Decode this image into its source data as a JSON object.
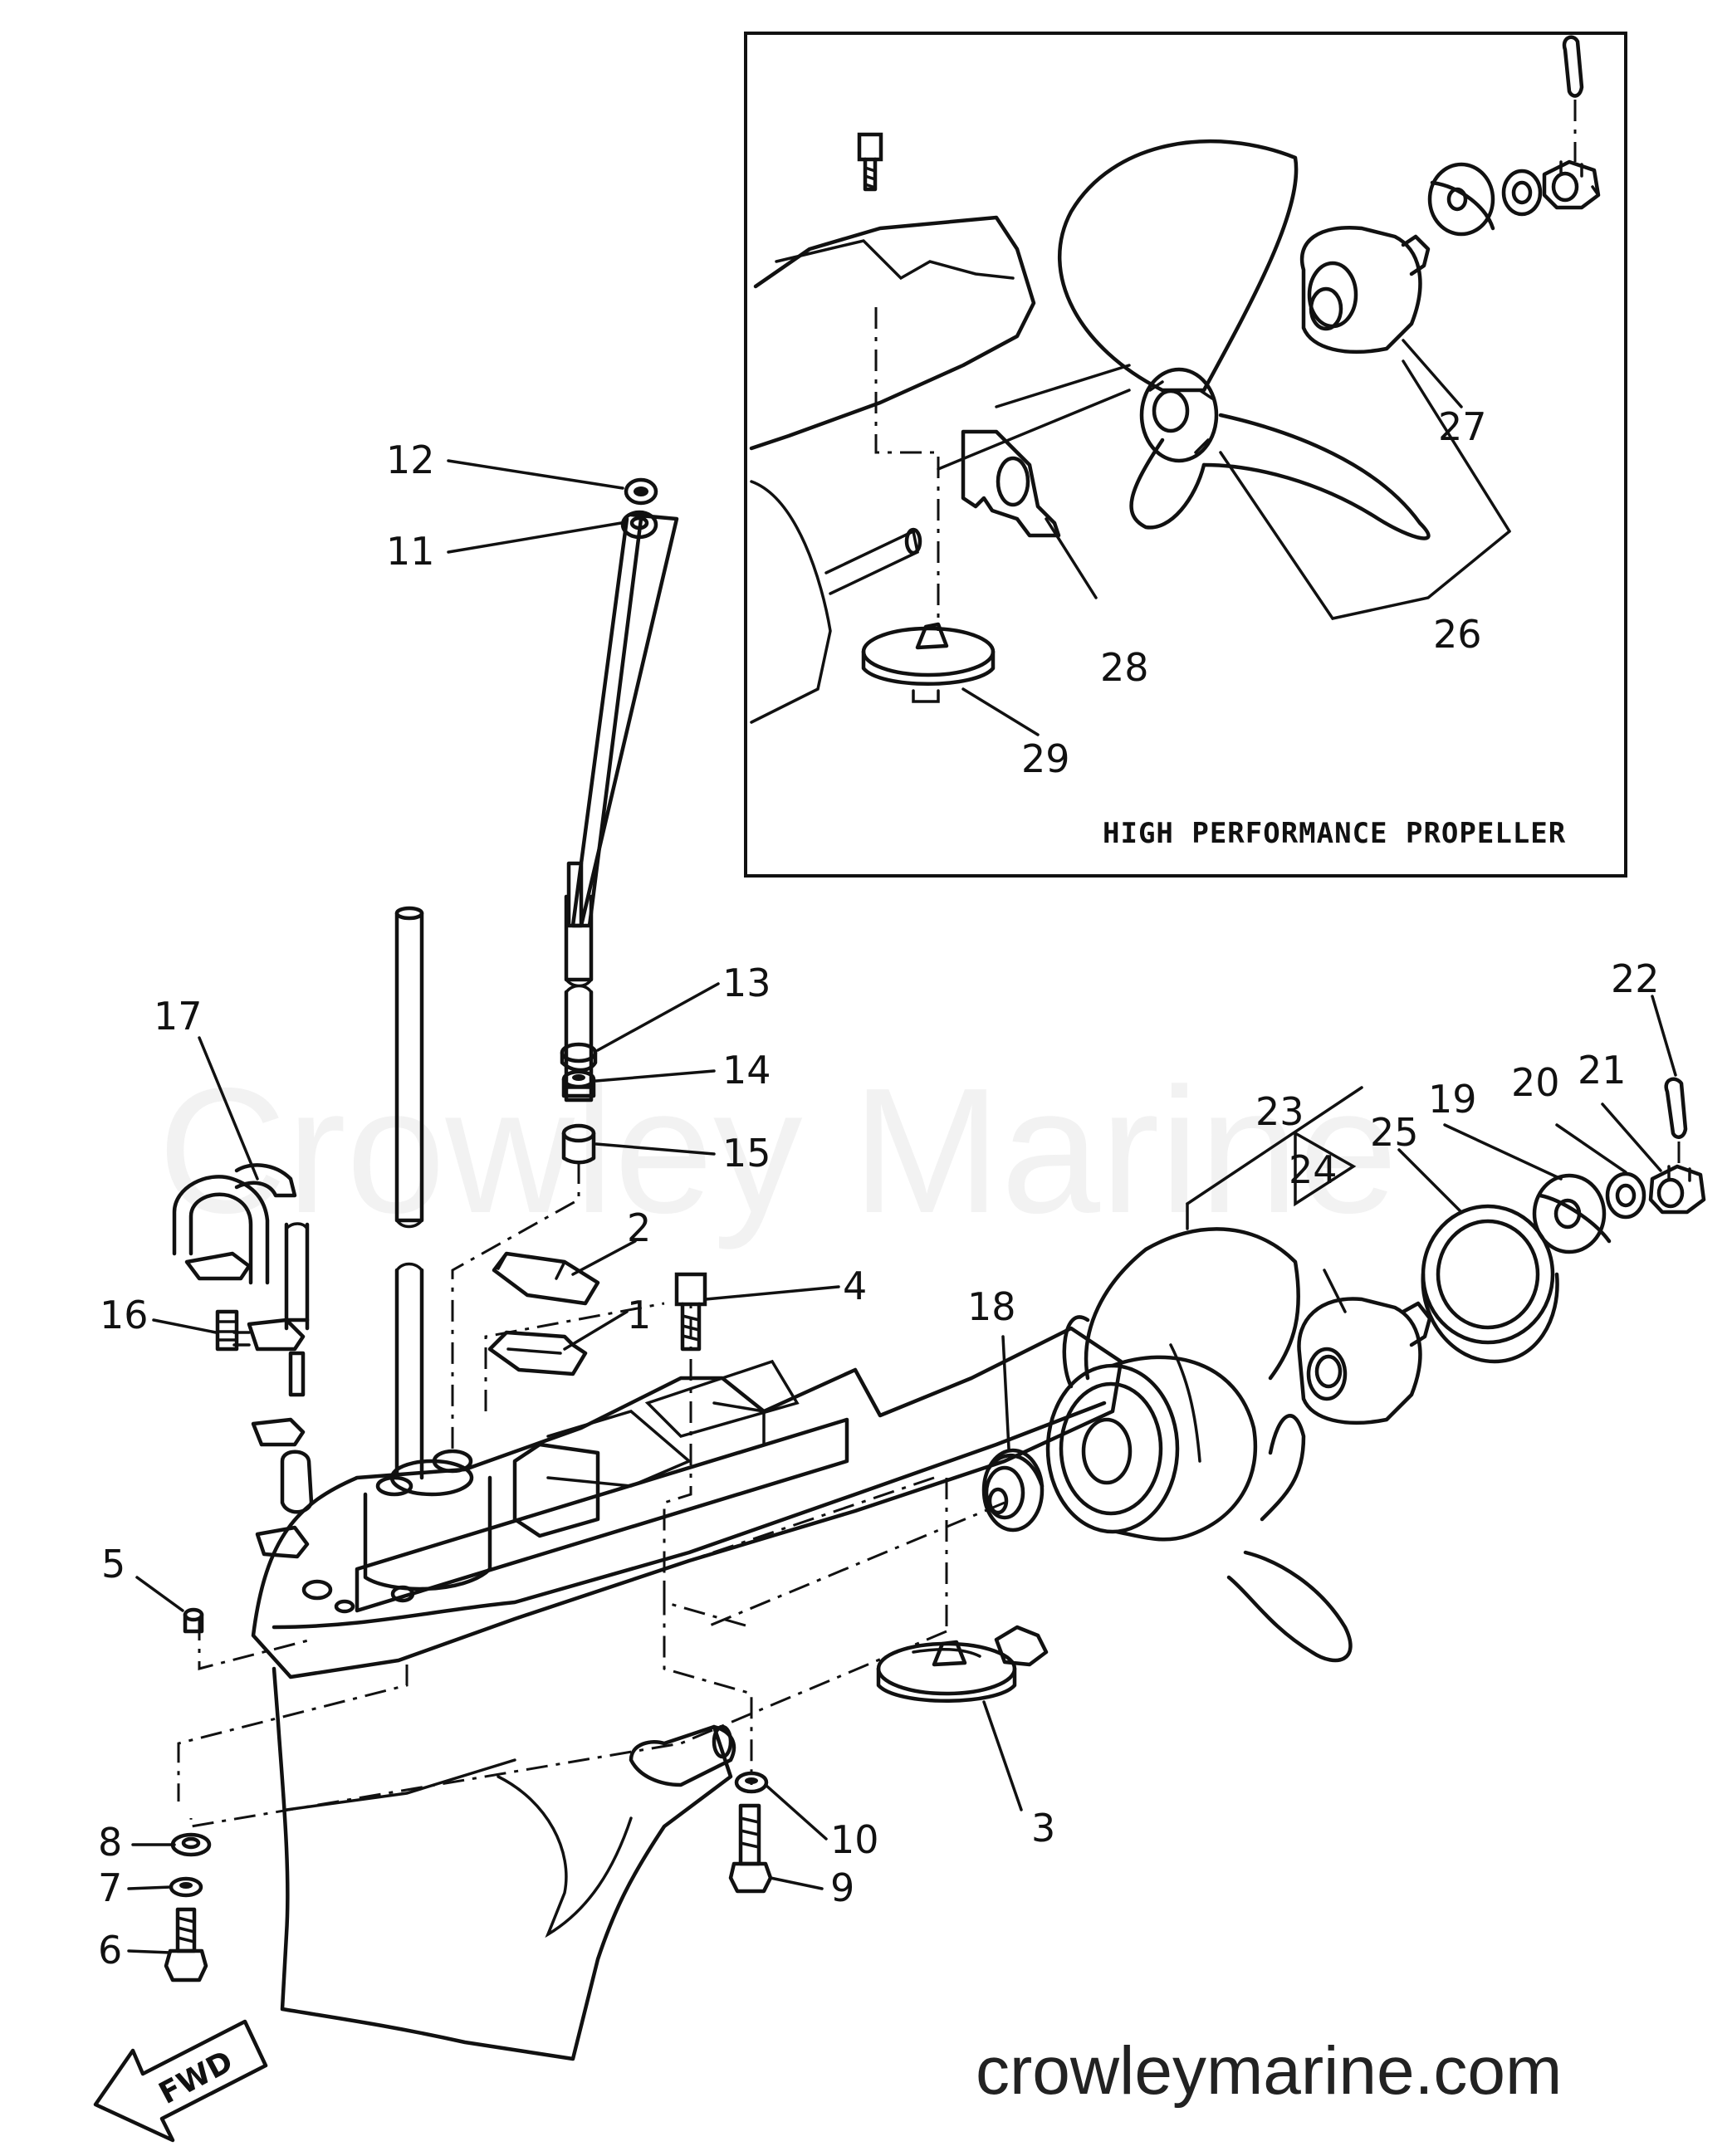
{
  "watermark": "Crowley Marine",
  "site_url": "crowleymarine.com",
  "direction_label": "FWD",
  "inset": {
    "title": "HIGH PERFORMANCE PROPELLER"
  },
  "callouts": [
    {
      "id": "1",
      "label": "1"
    },
    {
      "id": "2",
      "label": "2"
    },
    {
      "id": "3",
      "label": "3"
    },
    {
      "id": "4",
      "label": "4"
    },
    {
      "id": "5",
      "label": "5"
    },
    {
      "id": "6",
      "label": "6"
    },
    {
      "id": "7",
      "label": "7"
    },
    {
      "id": "8",
      "label": "8"
    },
    {
      "id": "9",
      "label": "9"
    },
    {
      "id": "10",
      "label": "10"
    },
    {
      "id": "11",
      "label": "11"
    },
    {
      "id": "12",
      "label": "12"
    },
    {
      "id": "13",
      "label": "13"
    },
    {
      "id": "14",
      "label": "14"
    },
    {
      "id": "15",
      "label": "15"
    },
    {
      "id": "16",
      "label": "16"
    },
    {
      "id": "17",
      "label": "17"
    },
    {
      "id": "18",
      "label": "18"
    },
    {
      "id": "19",
      "label": "19"
    },
    {
      "id": "20",
      "label": "20"
    },
    {
      "id": "21",
      "label": "21"
    },
    {
      "id": "22",
      "label": "22"
    },
    {
      "id": "23",
      "label": "23"
    },
    {
      "id": "24",
      "label": "24"
    },
    {
      "id": "25",
      "label": "25"
    },
    {
      "id": "26",
      "label": "26"
    },
    {
      "id": "27",
      "label": "27"
    },
    {
      "id": "28",
      "label": "28"
    },
    {
      "id": "29",
      "label": "29"
    }
  ]
}
